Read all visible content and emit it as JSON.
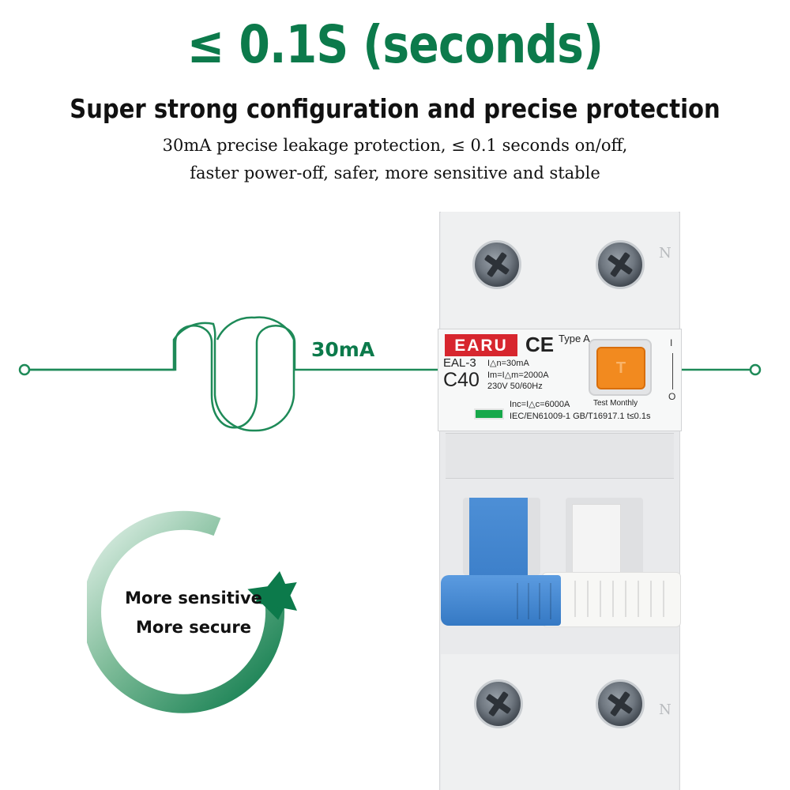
{
  "headline": "≤ 0.1S (seconds)",
  "subheadline": "Super strong configuration and precise protection",
  "description": {
    "line1": "30mA precise leakage protection, ≤ 0.1 seconds on/off,",
    "line2": "faster power-off, safer, more sensitive and stable"
  },
  "current_label": "30mA",
  "cycle": {
    "line1": "More sensitive",
    "line2": "More secure"
  },
  "breaker": {
    "logo": "EARU",
    "ce_mark": "CE",
    "type": "Type A",
    "model": "EAL-3",
    "rating": "C40",
    "spec_idn": "I△n=30mA",
    "spec_im": "Im=I△m=2000A",
    "spec_voltage": "230V 50/60Hz",
    "spec_inc": "Inc=I△c=6000A",
    "standards": "IEC/EN61009-1  GB/T16917.1  t≤0.1s",
    "test_note": "Test Monthly",
    "test_button": "T",
    "on_label": "I",
    "off_label": "O",
    "neutral_mark": "N"
  },
  "colors": {
    "accent_green": "#0c7a4b",
    "logo_red": "#d7262e",
    "handle_blue": "#3a7dc8",
    "test_orange": "#f28a1f",
    "indicator_green": "#17a84a"
  }
}
